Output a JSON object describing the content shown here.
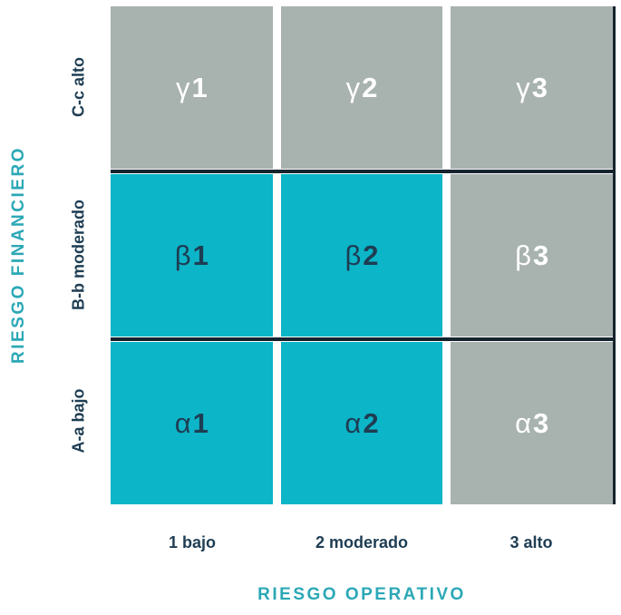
{
  "colors": {
    "cyan": "#0cb5c8",
    "gray": "#a8b2af",
    "navy": "#1e3d53",
    "teal": "#2ba8b6",
    "line": "#16242e"
  },
  "y_axis": {
    "title": "RIESGO FINANCIERO",
    "row_labels": [
      "C-c alto",
      "B-b moderado",
      "A-a bajo"
    ]
  },
  "x_axis": {
    "title": "RIESGO OPERATIVO",
    "col_labels": [
      "1 bajo",
      "2 moderado",
      "3 alto"
    ]
  },
  "cells": [
    {
      "greek": "γ",
      "num": "1",
      "variant": "gray"
    },
    {
      "greek": "γ",
      "num": "2",
      "variant": "gray"
    },
    {
      "greek": "γ",
      "num": "3",
      "variant": "gray"
    },
    {
      "greek": "β",
      "num": "1",
      "variant": "cyan"
    },
    {
      "greek": "β",
      "num": "2",
      "variant": "cyan"
    },
    {
      "greek": "β",
      "num": "3",
      "variant": "gray"
    },
    {
      "greek": "α",
      "num": "1",
      "variant": "cyan"
    },
    {
      "greek": "α",
      "num": "2",
      "variant": "cyan"
    },
    {
      "greek": "α",
      "num": "3",
      "variant": "gray"
    }
  ]
}
